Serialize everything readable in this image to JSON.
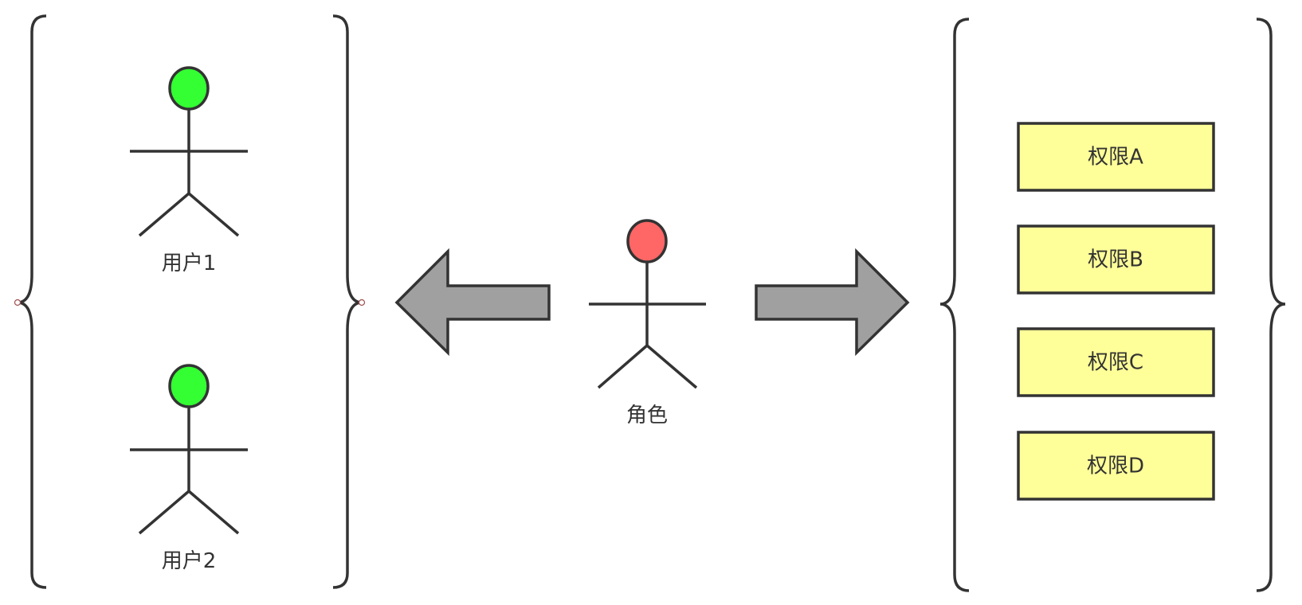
{
  "users": [
    {
      "label": "用户1"
    },
    {
      "label": "用户2"
    }
  ],
  "role": {
    "label": "角色"
  },
  "permissions": [
    {
      "label": "权限A"
    },
    {
      "label": "权限B"
    },
    {
      "label": "权限C"
    },
    {
      "label": "权限D"
    }
  ],
  "colors": {
    "user_head": "#33ff33",
    "role_head": "#ff6666",
    "permission_fill": "#ffff99",
    "arrow_fill": "#a0a0a0",
    "stroke": "#333333"
  }
}
